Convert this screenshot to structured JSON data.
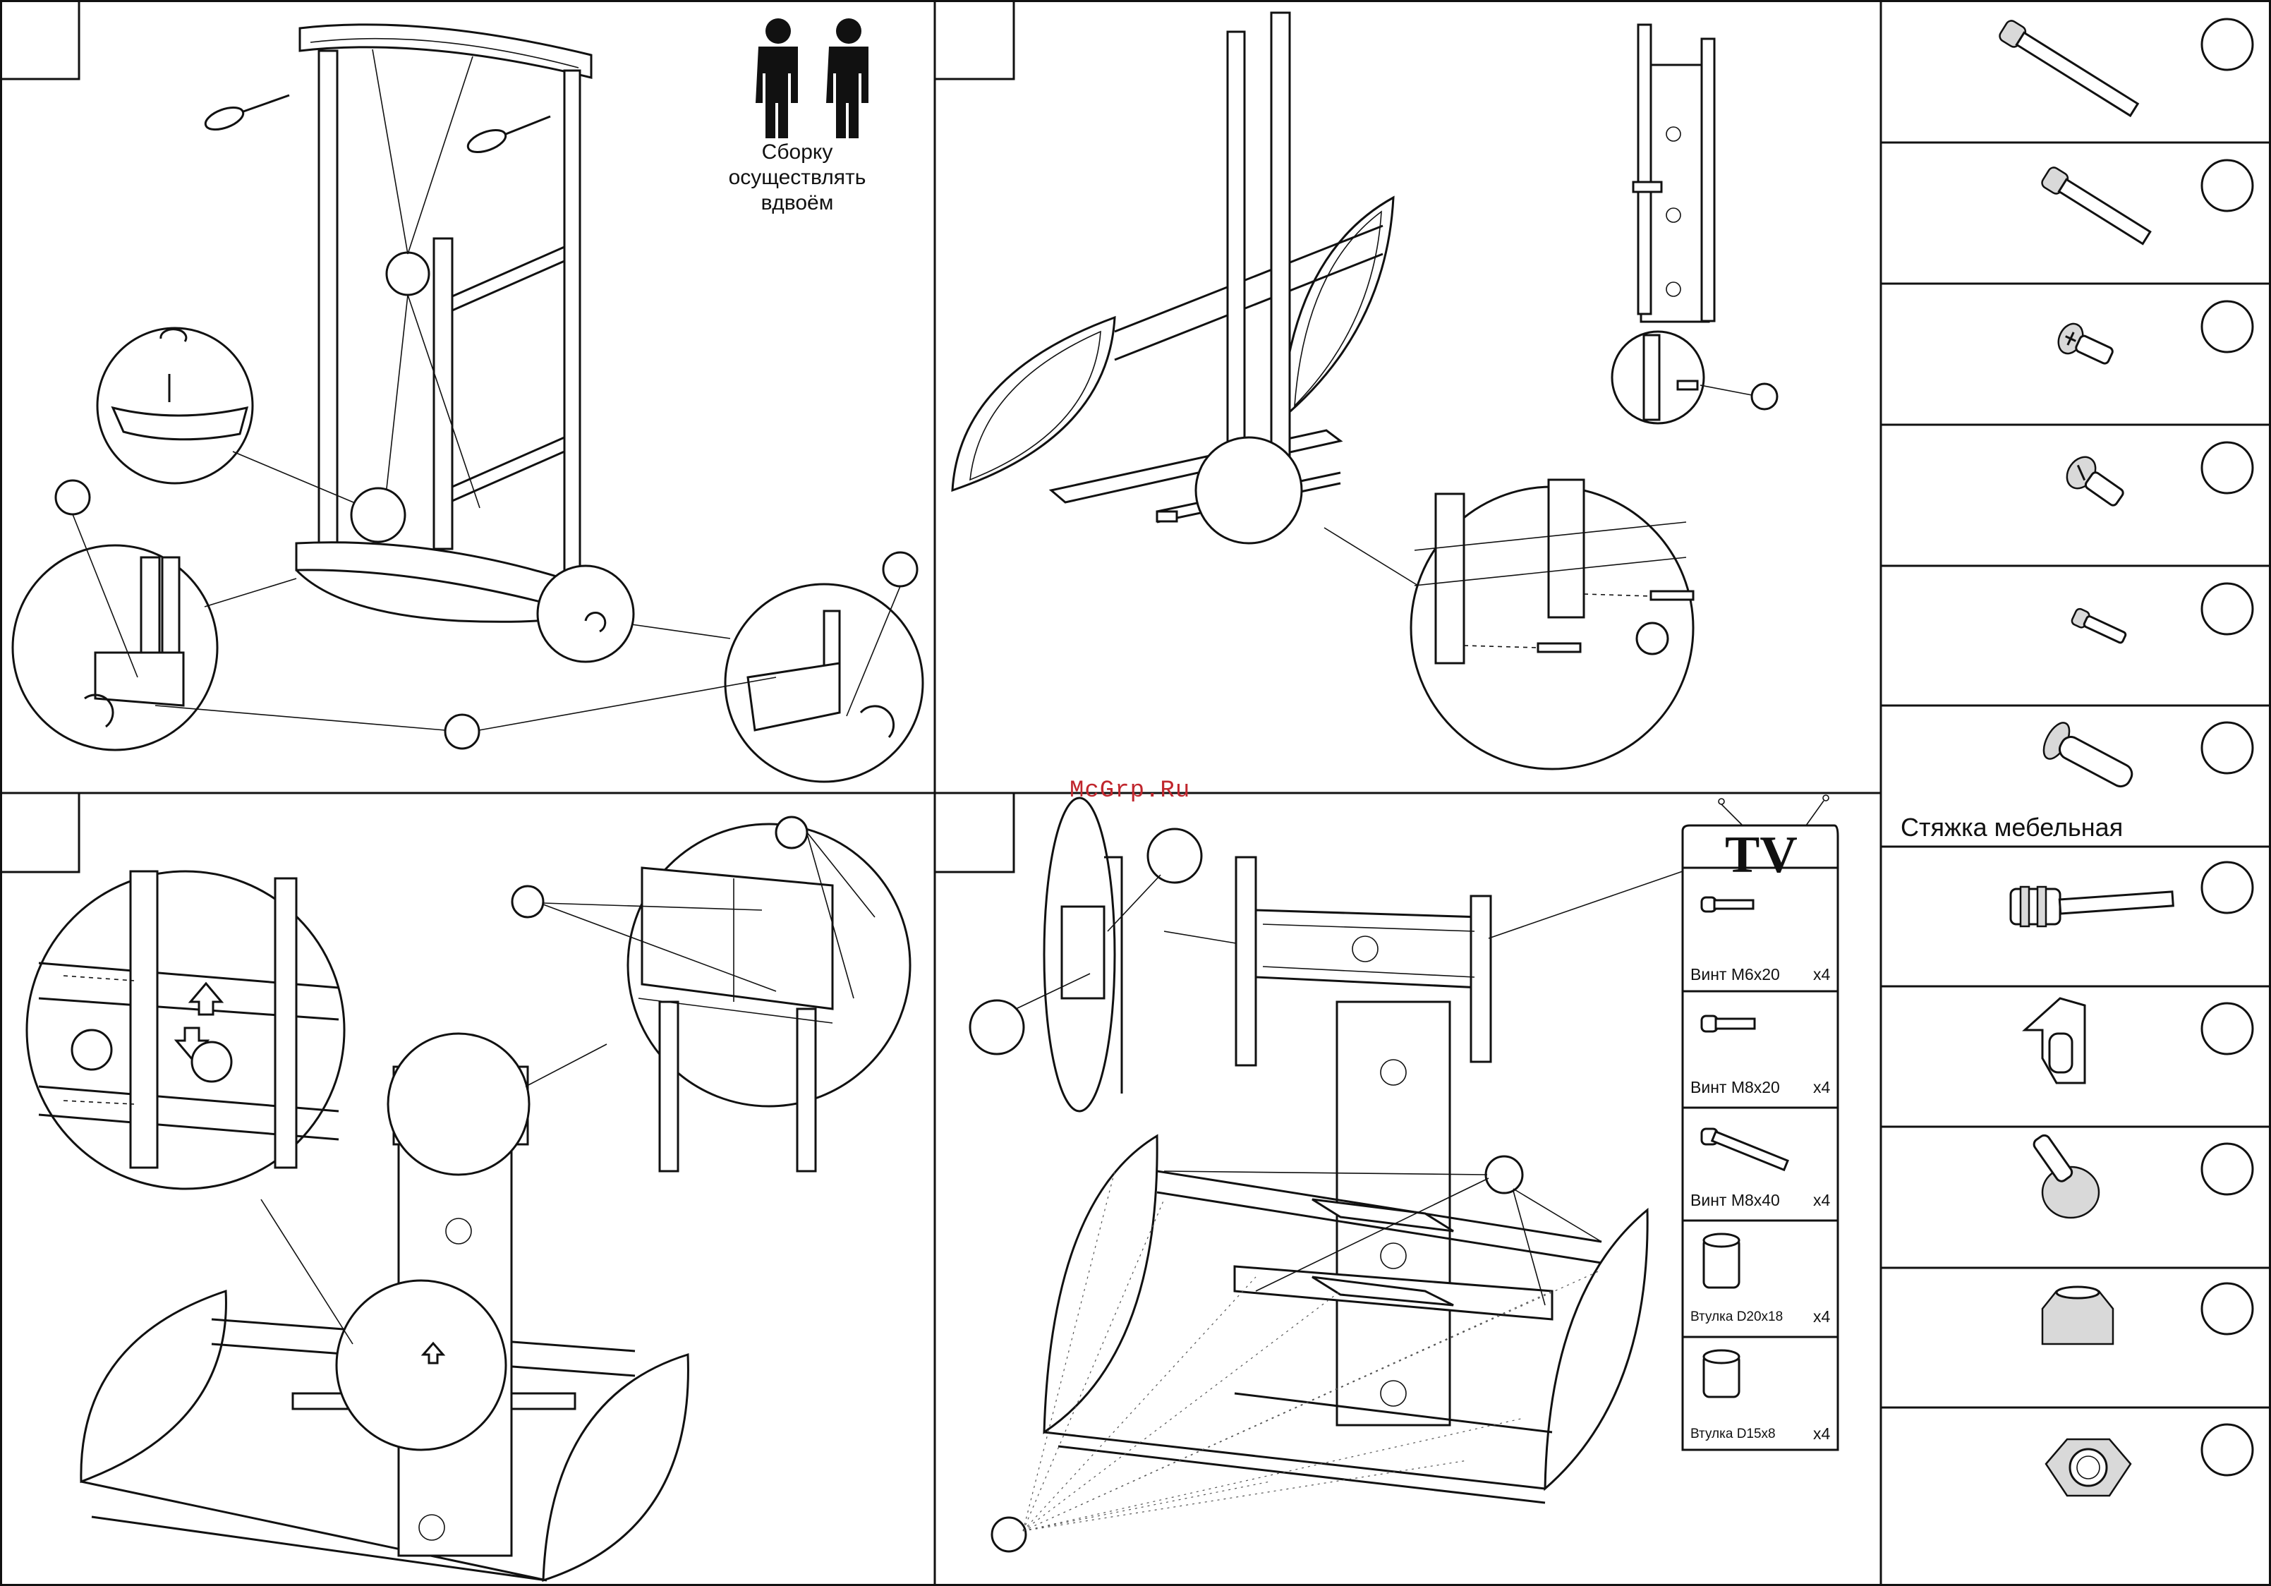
{
  "watermark": "McGrp.Ru",
  "step1": {
    "note": "Сборку\nосуществлять\nвдвоём"
  },
  "step4": {
    "tv_label": "TV",
    "kit": [
      {
        "label": "Винт М6х20",
        "qty": "x4"
      },
      {
        "label": "Винт М8х20",
        "qty": "x4"
      },
      {
        "label": "Винт М8х40",
        "qty": "x4"
      },
      {
        "label": "Втулка D20x18",
        "qty": "x4"
      },
      {
        "label": "Втулка D15x8",
        "qty": "x4"
      }
    ]
  },
  "hardware": {
    "items": [
      {
        "icon": "long-bolt-icon",
        "label": ""
      },
      {
        "icon": "medium-bolt-icon",
        "label": ""
      },
      {
        "icon": "phillips-screw-icon",
        "label": ""
      },
      {
        "icon": "slotted-screw-icon",
        "label": ""
      },
      {
        "icon": "small-bolt-icon",
        "label": ""
      },
      {
        "icon": "furniture-connector-icon",
        "label": "Стяжка мебельная"
      },
      {
        "icon": "threaded-insert-icon",
        "label": ""
      },
      {
        "icon": "clip-bracket-icon",
        "label": ""
      },
      {
        "icon": "cam-lock-icon",
        "label": ""
      },
      {
        "icon": "bushing-icon",
        "label": ""
      },
      {
        "icon": "hex-nut-icon",
        "label": ""
      }
    ]
  },
  "colors": {
    "line": "#111111",
    "watermark": "#c0262d",
    "background": "#ffffff"
  }
}
